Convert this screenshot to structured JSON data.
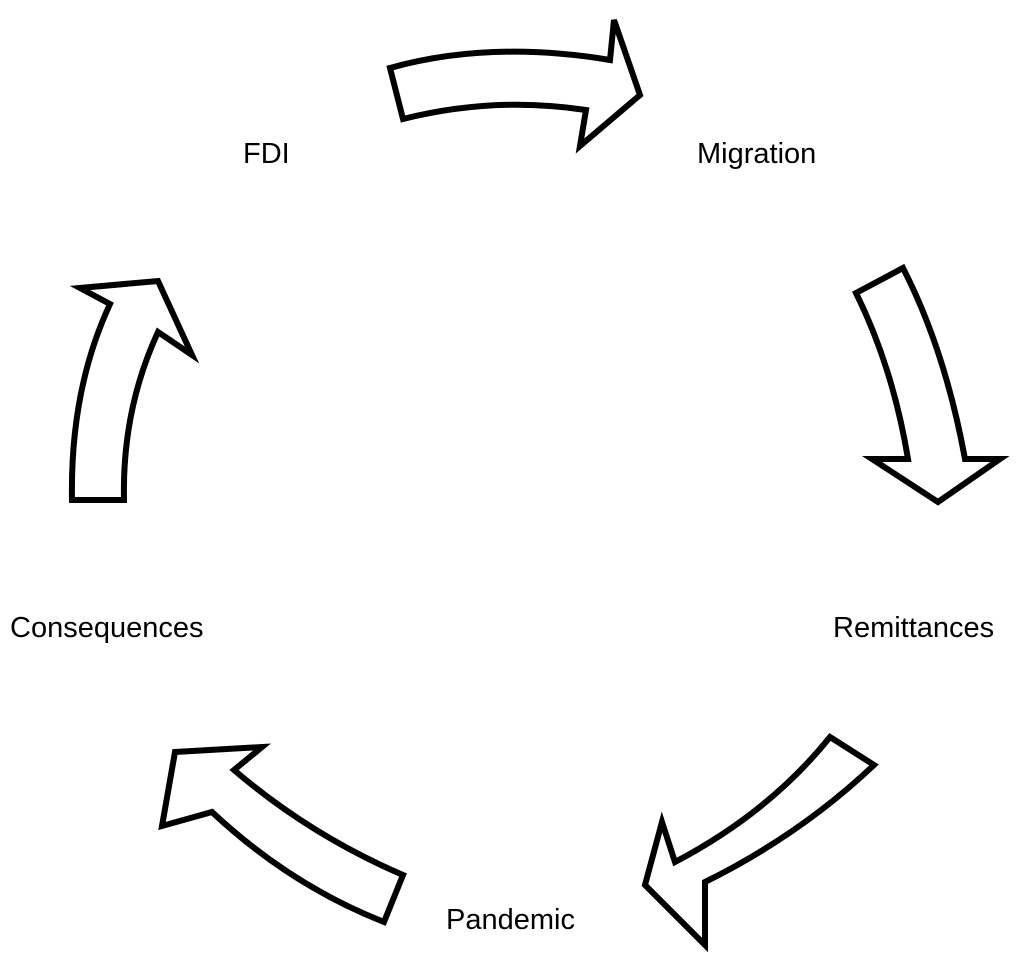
{
  "diagram": {
    "type": "cycle",
    "nodes": [
      {
        "id": "fdi",
        "label": "FDI"
      },
      {
        "id": "migration",
        "label": "Migration"
      },
      {
        "id": "remittances",
        "label": "Remittances"
      },
      {
        "id": "pandemic",
        "label": "Pandemic"
      },
      {
        "id": "consequences",
        "label": "Consequences"
      }
    ],
    "edges": [
      {
        "from": "fdi",
        "to": "migration"
      },
      {
        "from": "migration",
        "to": "remittances"
      },
      {
        "from": "remittances",
        "to": "pandemic"
      },
      {
        "from": "pandemic",
        "to": "consequences"
      },
      {
        "from": "consequences",
        "to": "fdi"
      }
    ],
    "colors": {
      "stroke": "#000000",
      "fill": "#ffffff",
      "background": "#ffffff"
    }
  }
}
